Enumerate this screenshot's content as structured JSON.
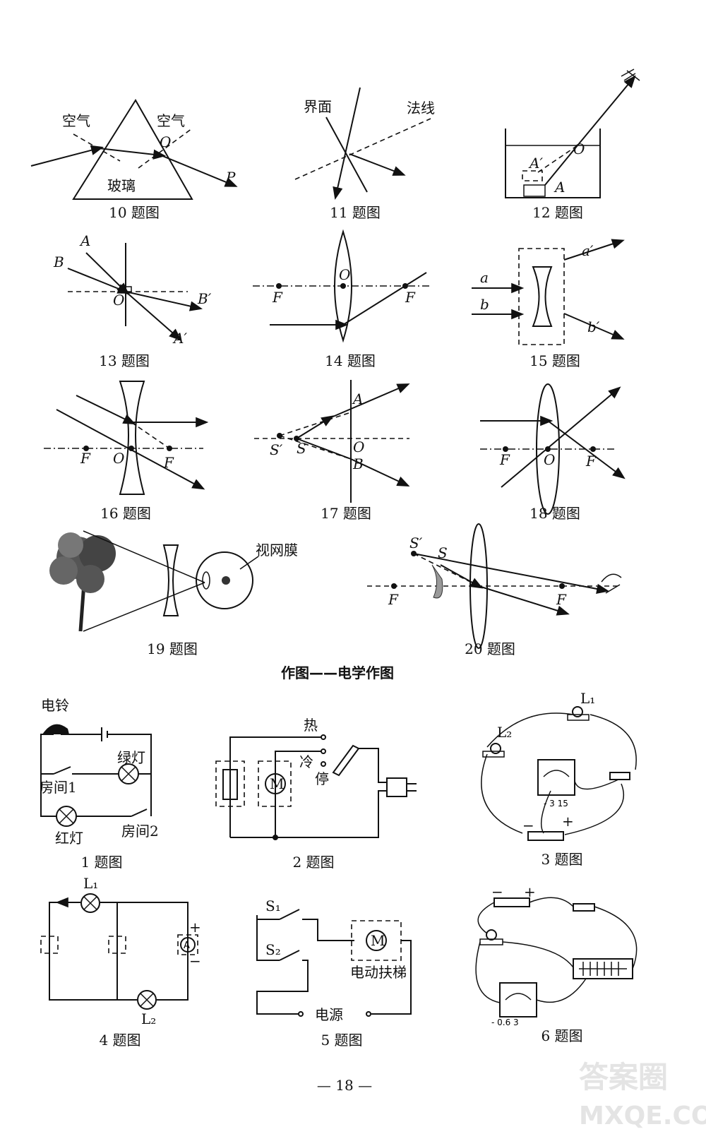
{
  "captions": {
    "o10": "10 题图",
    "o11": "11 题图",
    "o12": "12 题图",
    "o13": "13 题图",
    "o14": "14 题图",
    "o15": "15 题图",
    "o16": "16 题图",
    "o17": "17 题图",
    "o18": "18 题图",
    "o19": "19 题图",
    "o20": "20 题图",
    "e1": "1 题图",
    "e2": "2 题图",
    "e3": "3 题图",
    "e4": "4 题图",
    "e5": "5 题图",
    "e6": "6 题图"
  },
  "section_title": "作图——电学作图",
  "page_number": "— 18 —",
  "watermark": {
    "top": "答案圈",
    "bottom": "MXQE.COM"
  },
  "labels": {
    "air": "空气",
    "glass": "玻璃",
    "interface": "界面",
    "normal": "法线",
    "retina": "视网膜",
    "bell": "电铃",
    "green_lamp": "绿灯",
    "room1": "房间1",
    "red_lamp": "红灯",
    "room2": "房间2",
    "hot": "热",
    "cold": "冷",
    "stop": "停",
    "motor": "M",
    "escalator": "电动扶梯",
    "power": "电源",
    "ammeter": "A",
    "L1": "L₁",
    "L2": "L₂",
    "S1": "S₁",
    "S2": "S₂",
    "meter_scale_3": "- 3 15",
    "meter_scale_6": "- 0.6 3",
    "O": "O",
    "P": "P",
    "A": "A",
    "A_prime": "A′",
    "B": "B",
    "B_prime": "B′",
    "F": "F",
    "a": "a",
    "a_prime": "a′",
    "b": "b",
    "b_prime": "b′",
    "S": "S",
    "S_prime": "S′",
    "plus": "+",
    "minus": "−"
  }
}
